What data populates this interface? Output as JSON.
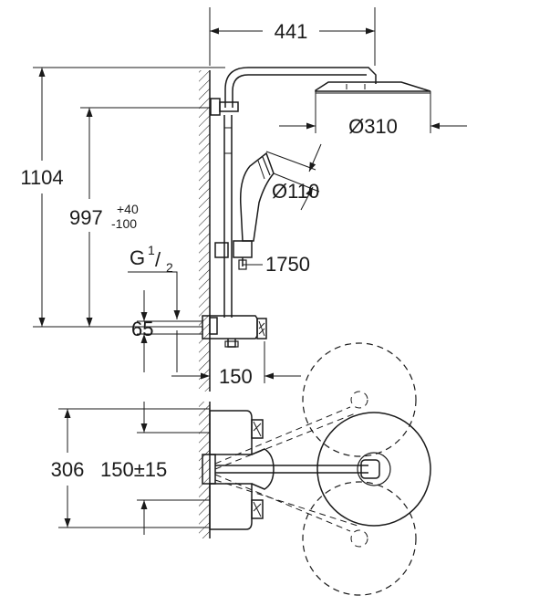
{
  "dimensions": {
    "width_441": "441",
    "diameter_310": "Ø310",
    "diameter_110": "Ø110",
    "length_1750": "1750",
    "height_1104": "1104",
    "height_997_base": "997",
    "height_997_tol_plus": "+40",
    "height_997_tol_minus": "-100",
    "thread_G": "G",
    "thread_num": "1",
    "thread_slash": "/",
    "thread_den": "2",
    "depth_65": "65",
    "depth_150": "150",
    "front_306": "306",
    "front_150": "150±15"
  },
  "colors": {
    "ink": "#1a1a1a",
    "background": "#ffffff"
  }
}
